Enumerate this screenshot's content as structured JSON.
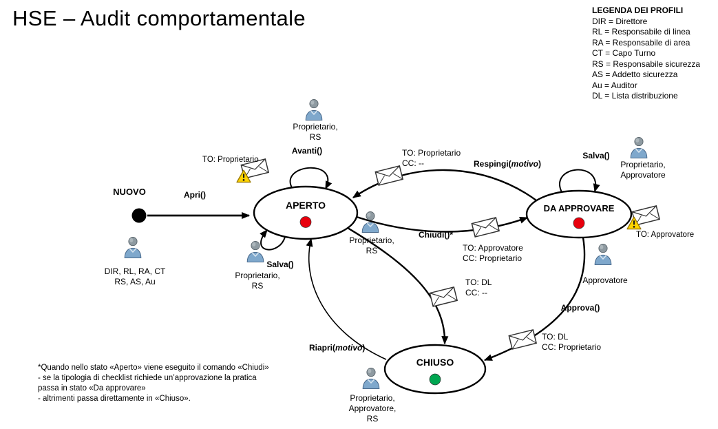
{
  "title": "HSE – Audit comportamentale",
  "legend": {
    "title": "LEGENDA DEI PROFILI",
    "items": [
      "DIR = Direttore",
      "RL = Responsabile di linea",
      "RA = Responsabile di area",
      "CT = Capo Turno",
      "RS = Responsabile sicurezza",
      "AS = Addetto sicurezza",
      "Au = Auditor",
      "DL = Lista distribuzione"
    ]
  },
  "states": {
    "nuovo": "NUOVO",
    "aperto": "APERTO",
    "da_approvare": "DA APPROVARE",
    "chiuso": "CHIUSO"
  },
  "transitions": {
    "apri": "Apri()",
    "avanti": "Avanti()",
    "salva_aperto": "Salva()",
    "salva_da_approvare": "Salva()",
    "chiudi": "Chiudi()*",
    "respingi_prefix": "Respingi(",
    "respingi_arg": "motivo",
    "riapri_prefix": "Riapri(",
    "riapri_arg": "motivo",
    "paren_close": ")",
    "approva": "Approva()"
  },
  "notifications": {
    "aperto_warning": {
      "line1": "TO: Proprietario"
    },
    "respingi": {
      "line1": "TO: Proprietario",
      "line2": "CC: --"
    },
    "chiudi": {
      "line1": "TO: Approvatore",
      "line2": "CC: Proprietario"
    },
    "chiuso_direct": {
      "line1": "TO: DL",
      "line2": "CC: --"
    },
    "approva": {
      "line1": "TO: DL",
      "line2": "CC: Proprietario"
    },
    "da_approvare_warning": {
      "line1": "TO: Approvatore"
    }
  },
  "actors": {
    "nuovo": [
      "DIR, RL, RA, CT",
      "RS, AS, Au"
    ],
    "aperto_top": [
      "Proprietario,",
      "RS"
    ],
    "aperto_salva": [
      "Proprietario,",
      "RS"
    ],
    "aperto_right": [
      "Proprietario,",
      "RS"
    ],
    "da_approvare_top": [
      "Proprietario,",
      "Approvatore"
    ],
    "da_approvare_bottom": [
      "Approvatore"
    ],
    "chiuso": [
      "Proprietario,",
      "Approvatore,",
      "RS"
    ]
  },
  "footnote": [
    "*Quando nello stato «Aperto» viene eseguito il comando «Chiudi»",
    "- se la tipologia di checklist richiede un’approvazione la pratica",
    "passa in stato «Da approvare»",
    "- altrimenti passa direttamente in «Chiuso»."
  ],
  "colors": {
    "state_open": "#e8000d",
    "state_closed": "#00a651",
    "warning": "#ffd400"
  }
}
